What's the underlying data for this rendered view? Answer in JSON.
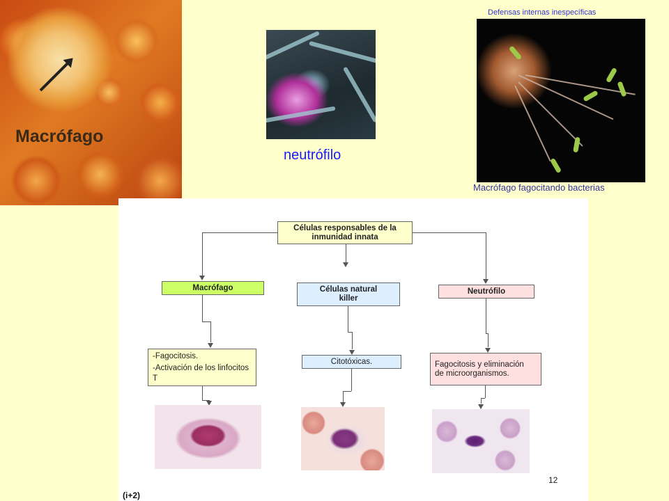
{
  "top_photos": {
    "macrofago_label": "Macrófago",
    "neutrofilo_label": "neutrófilo",
    "defensas_label": "Defensas internas inespecíficas",
    "fagocitando_caption": "Macrófago fagocitando bacterias"
  },
  "diagram": {
    "root": "Células responsables de la inmunidad innata",
    "branches": [
      {
        "title": "Macrófago",
        "title_color": "#ccff66",
        "detail": [
          "-Fagocitosis.",
          "-Activación de los linfocitos T"
        ],
        "detail_color": "#ffffcc"
      },
      {
        "title": "Células natural killer",
        "title_color": "#ddeeff",
        "detail": [
          "Citotóxicas."
        ],
        "detail_color": "#ddeeff"
      },
      {
        "title": "Neutrófilo",
        "title_color": "#ffe0e0",
        "detail": [
          "Fagocitosis y eliminación de microorganismos."
        ],
        "detail_color": "#ffe0e0"
      }
    ],
    "root_color": "#ffffcc",
    "page_number": "12",
    "footer_tag": "(i+2)"
  }
}
